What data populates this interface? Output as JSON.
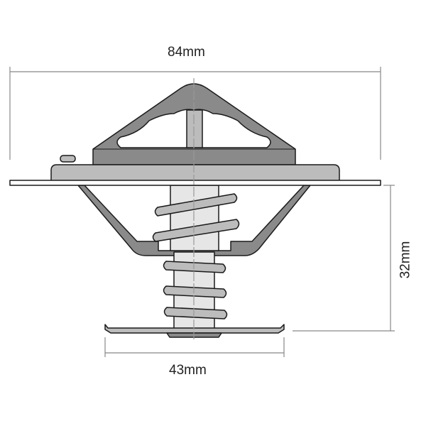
{
  "dimensions": {
    "width_label": "84mm",
    "height_label": "32mm",
    "valve_label": "43mm"
  },
  "colors": {
    "dark_metal": "#8a8a8a",
    "mid_metal": "#bcbcbc",
    "light_metal": "#e6e6e6",
    "outline": "#1a1a1a",
    "dimension_line": "#888888"
  }
}
